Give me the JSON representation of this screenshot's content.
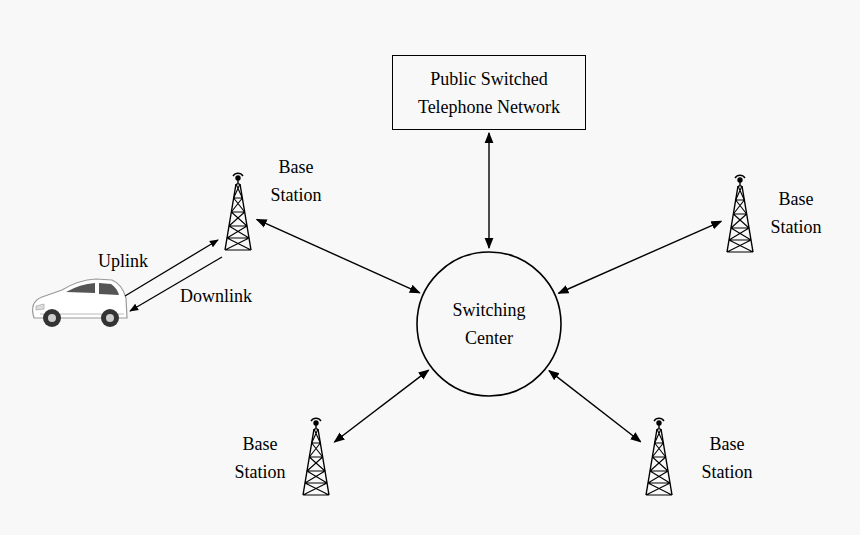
{
  "diagram": {
    "nodes": [
      {
        "text": [
          "Public Switched Telephone Network"
        ]
      },
      {
        "text": [
          "Base Station"
        ]
      },
      {
        "text": [
          "Base Station"
        ]
      },
      {
        "text": [
          "Switching Center"
        ]
      },
      {
        "text": [
          "Base Station"
        ]
      },
      {
        "text": [
          "Base Station"
        ]
      }
    ],
    "edges": [
      {
        "from": 0,
        "to": 3,
        "arrow": "both"
      },
      {
        "from": 1,
        "to": 3,
        "arrow": "both"
      },
      {
        "from": 2,
        "to": 3,
        "arrow": "both"
      },
      {
        "from": 4,
        "to": 3,
        "arrow": "both"
      },
      {
        "from": 5,
        "to": 3,
        "arrow": "both"
      }
    ],
    "labels": [
      "Uplink",
      "Downlink"
    ]
  }
}
